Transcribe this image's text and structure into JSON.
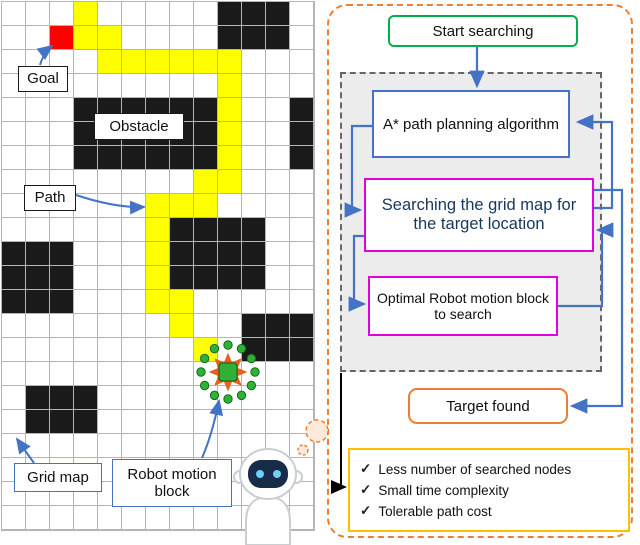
{
  "grid_map": {
    "labels": {
      "goal": "Goal",
      "obstacle": "Obstacle",
      "path": "Path",
      "grid_map": "Grid map",
      "robot_motion_block": "Robot motion block"
    },
    "cols": 13,
    "rows": 22,
    "cell_legend": {
      ".": "free",
      "#": "obstacle",
      "Y": "path",
      "R": "goal",
      "G": "robot-motion-block"
    },
    "cells": [
      "...Y.....###.",
      "..RYY....###.",
      "....YYYYYY...",
      ".........Y...",
      "...######Y..#",
      "...######Y..#",
      "...######Y..#",
      "........YY...",
      "......YYY....",
      "......Y####..",
      "###...Y####..",
      "###...Y####..",
      "###...YY.....",
      ".......Y..###",
      "........Y.###",
      ".........G...",
      ".###.........",
      ".###.........",
      ".............",
      ".............",
      ".............",
      "............."
    ],
    "colors": {
      "free": "#ffffff",
      "obstacle": "#1a1a1a",
      "path": "#ffff00",
      "goal": "#fe0000",
      "robot_block_green": "#2eb135",
      "arrow_orange": "#e8601c",
      "grid_line": "#b5b5b5"
    }
  },
  "flowchart": {
    "start": "Start searching",
    "astar": "A* path planning algorithm",
    "searching": "Searching the grid map for the target location",
    "optimal": "Optimal Robot motion block to search",
    "target": "Target found",
    "check_mark": "✓",
    "checklist": [
      "Less number of searched nodes",
      "Small time complexity",
      "Tolerable path cost"
    ],
    "colors": {
      "start_border": "#00b050",
      "astar_border": "#4472c4",
      "process_border": "#e000e0",
      "target_border": "#ed7d31",
      "checklist_border": "#ffc000",
      "arrow_blue": "#4472c4",
      "panel_border": "#ed7d31"
    }
  }
}
